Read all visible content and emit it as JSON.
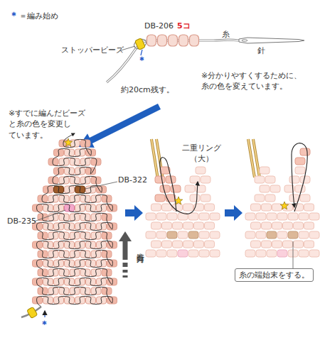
{
  "diagram": {
    "nodes": [
      {
        "text": [
          "糸の端始末をする。"
        ]
      }
    ],
    "edges": [],
    "labels": [
      "＊",
      "＝編み始め",
      "ストッパービーズ",
      "DB-206",
      "5コ",
      "糸",
      "針",
      "※分かりやすくするために、 糸の色を変えています。",
      "約20cm残す。",
      "＊",
      "※すでに編んだビーズ と糸の色を変更し ています。",
      "DB-322",
      "DB-235",
      "進行方向",
      "＊",
      "二重リング （大）"
    ]
  }
}
